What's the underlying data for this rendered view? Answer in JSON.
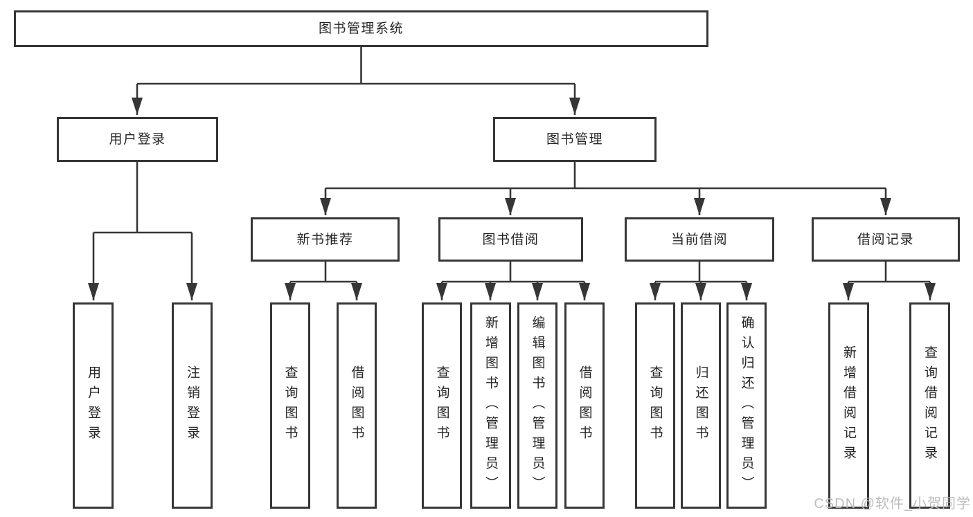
{
  "diagram_type": "function-structure-tree",
  "colors": {
    "background": "#ffffff",
    "line": "#363636",
    "box_border": "#363636",
    "text": "#242424",
    "watermark": "#bdbdbd"
  },
  "tree": {
    "label": "图书管理系统",
    "children": [
      {
        "label": "用户登录",
        "children": [
          {
            "label": "用户登录"
          },
          {
            "label": "注销登录"
          }
        ]
      },
      {
        "label": "图书管理",
        "children": [
          {
            "label": "新书推荐",
            "children": [
              {
                "label": "查询图书"
              },
              {
                "label": "借阅图书"
              }
            ]
          },
          {
            "label": "图书借阅",
            "children": [
              {
                "label": "查询图书"
              },
              {
                "label": "新增图书（管理员）"
              },
              {
                "label": "编辑图书（管理员）"
              },
              {
                "label": "借阅图书"
              }
            ]
          },
          {
            "label": "当前借阅",
            "children": [
              {
                "label": "查询图书"
              },
              {
                "label": "归还图书"
              },
              {
                "label": "确认归还（管理员）"
              }
            ]
          },
          {
            "label": "借阅记录",
            "children": [
              {
                "label": "新增借阅记录"
              },
              {
                "label": "查询借阅记录"
              }
            ]
          }
        ]
      }
    ]
  },
  "watermark": "CSDN @软件_小贺同学"
}
